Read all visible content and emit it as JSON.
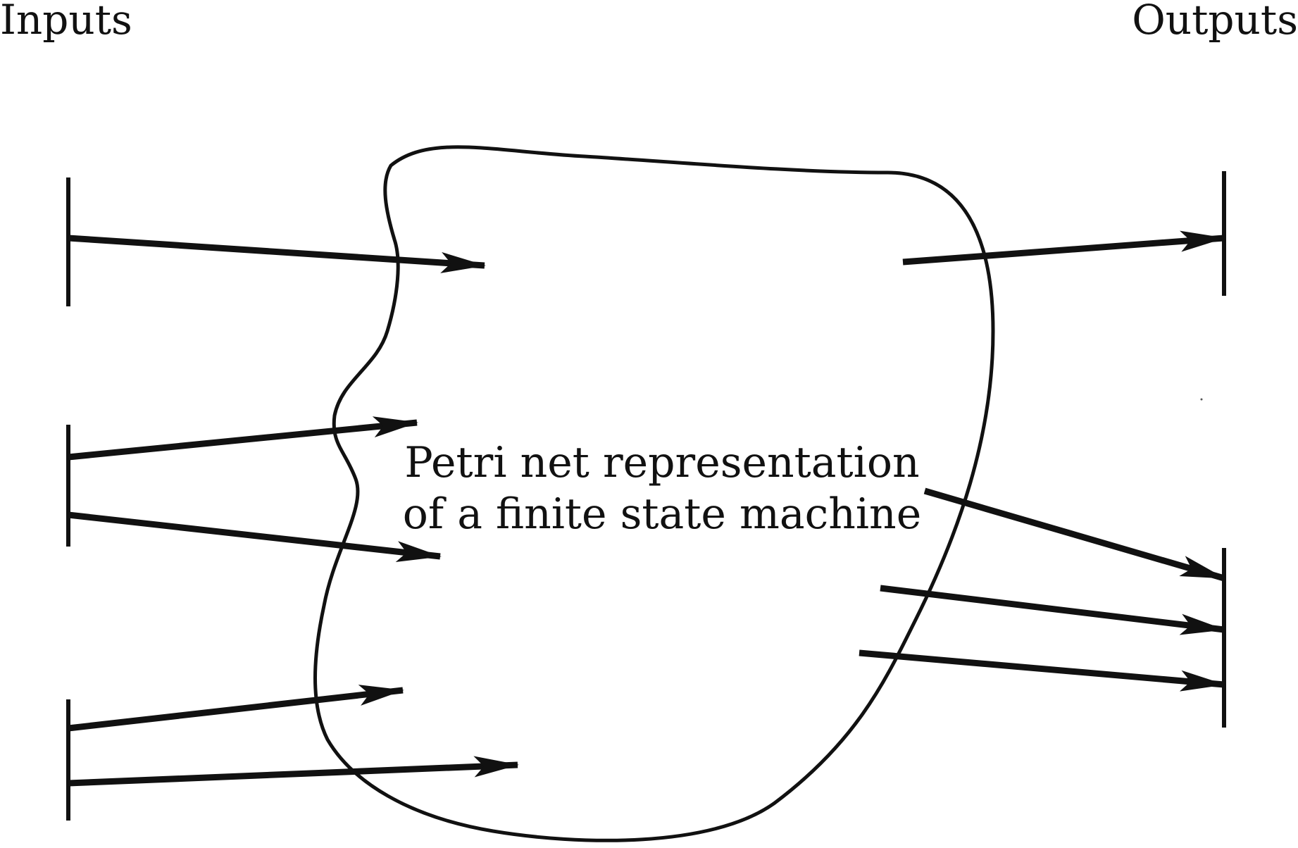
{
  "labels": {
    "inputs": "Inputs",
    "outputs": "Outputs",
    "center_line1": "Petri net representation",
    "center_line2": "of a finite state machine"
  },
  "colors": {
    "ink": "#111111",
    "background": "#ffffff"
  }
}
